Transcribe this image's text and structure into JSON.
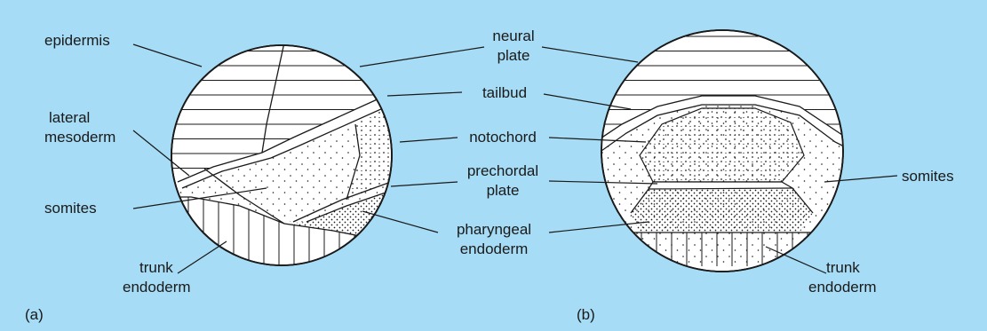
{
  "colors": {
    "background": "#a6dcf5",
    "ink": "#1a1a1a",
    "circle_fill": "#ffffff"
  },
  "panels": [
    {
      "id": "a",
      "panel_label": "(a)",
      "labels": {
        "epidermis": "epidermis",
        "lateral_mesoderm_1": "lateral",
        "lateral_mesoderm_2": "mesoderm",
        "somites": "somites",
        "trunk_endoderm_1": "trunk",
        "trunk_endoderm_2": "endoderm"
      }
    },
    {
      "id": "b",
      "panel_label": "(b)",
      "labels": {
        "somites": "somites",
        "trunk_endoderm_1": "trunk",
        "trunk_endoderm_2": "endoderm"
      }
    }
  ],
  "shared_labels": {
    "neural_plate_1": "neural",
    "neural_plate_2": "plate",
    "tailbud": "tailbud",
    "notochord": "notochord",
    "prechordal_plate_1": "prechordal",
    "prechordal_plate_2": "plate",
    "pharyngeal_endoderm_1": "pharyngeal",
    "pharyngeal_endoderm_2": "endoderm"
  }
}
